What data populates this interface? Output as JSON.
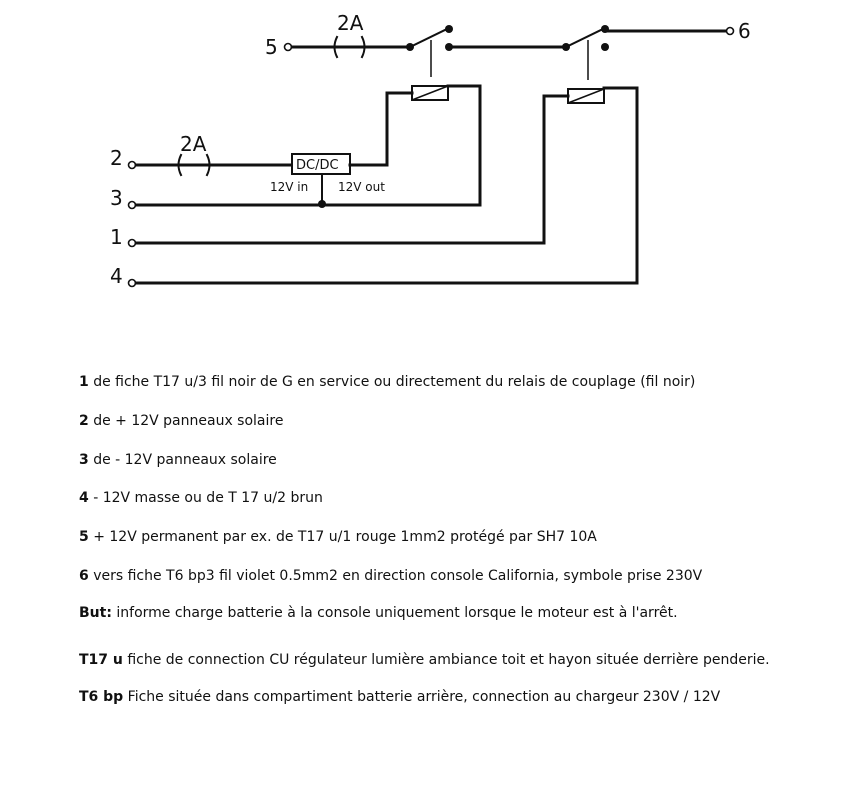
{
  "diagram": {
    "terminals": {
      "t5": "5",
      "t6": "6",
      "t2": "2",
      "t3": "3",
      "t1": "1",
      "t4": "4"
    },
    "fuse_top_label": "2A",
    "fuse_left_label": "2A",
    "dcdc_label": "DC/DC",
    "dcdc_in_label": "12V in",
    "dcdc_out_label": "12V out"
  },
  "legend": [
    {
      "key": "1",
      "text": " de fiche T17 u/3 fil noir de G en service ou directement du relais de couplage (fil noir)"
    },
    {
      "key": "2",
      "text": " de + 12V panneaux solaire"
    },
    {
      "key": "3",
      "text": " de - 12V panneaux solaire"
    },
    {
      "key": "4",
      "text": " - 12V masse ou de T 17 u/2 brun"
    },
    {
      "key": "5",
      "text": " + 12V permanent par ex. de T17 u/1 rouge 1mm2 protégé par SH7 10A"
    },
    {
      "key": "6",
      "text": " vers fiche T6 bp3 fil violet 0.5mm2 en direction console California, symbole prise 230V"
    },
    {
      "key": "But:",
      "text": " informe charge batterie à la console uniquement lorsque le moteur est à l'arrêt."
    },
    {
      "key": "T17 u",
      "text": " fiche de connection CU régulateur lumière ambiance toit et hayon située derrière penderie."
    },
    {
      "key": "T6 bp",
      "text": " Fiche située dans compartiment batterie arrière, connection au chargeur 230V / 12V"
    }
  ]
}
